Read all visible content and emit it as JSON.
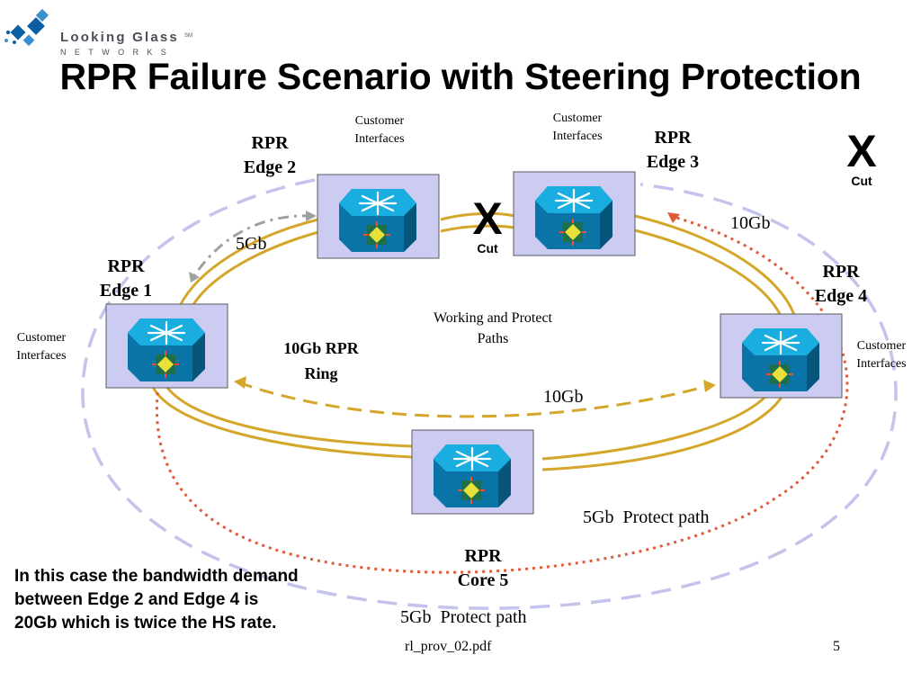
{
  "logo": {
    "word": "Looking Glass",
    "tm": "SM",
    "sub": "NETWORKS"
  },
  "title": "RPR Failure Scenario with Steering Protection",
  "nodes": {
    "edge1": {
      "line1": "RPR",
      "line2": "Edge 1"
    },
    "edge2": {
      "line1": "RPR",
      "line2": "Edge 2"
    },
    "edge3": {
      "line1": "RPR",
      "line2": "Edge 3"
    },
    "edge4": {
      "line1": "RPR",
      "line2": "Edge 4"
    },
    "core5": {
      "line1": "RPR",
      "line2": "Core 5"
    }
  },
  "customer_interfaces": {
    "line1": "Customer",
    "line2": "Interfaces"
  },
  "cuts": {
    "symbol": "X",
    "label": "Cut"
  },
  "labels": {
    "gb5_top": "5Gb",
    "gb10_top": "10Gb",
    "gb10_mid": "10Gb",
    "ring_line1": "10Gb RPR",
    "ring_line2": "Ring",
    "paths_line1": "Working and Protect",
    "paths_line2": "Paths",
    "protect_right": "5Gb  Protect path",
    "protect_bottom": "5Gb  Protect path"
  },
  "note": "In this case the bandwidth demand between Edge 2 and Edge 4 is 20Gb which is twice the HS rate.",
  "footer": {
    "file": "rl_prov_02.pdf",
    "page": "5"
  },
  "colors": {
    "ring": "#d4a62a",
    "outer_dashed": "#c3c3ec",
    "protect_dotted": "#e05a3a",
    "grey_dashdot": "#a0a0a0",
    "node_box": "#cccbf2",
    "router_top": "#19aedd",
    "router_front": "#0d7eb0",
    "router_side": "#07557a"
  }
}
